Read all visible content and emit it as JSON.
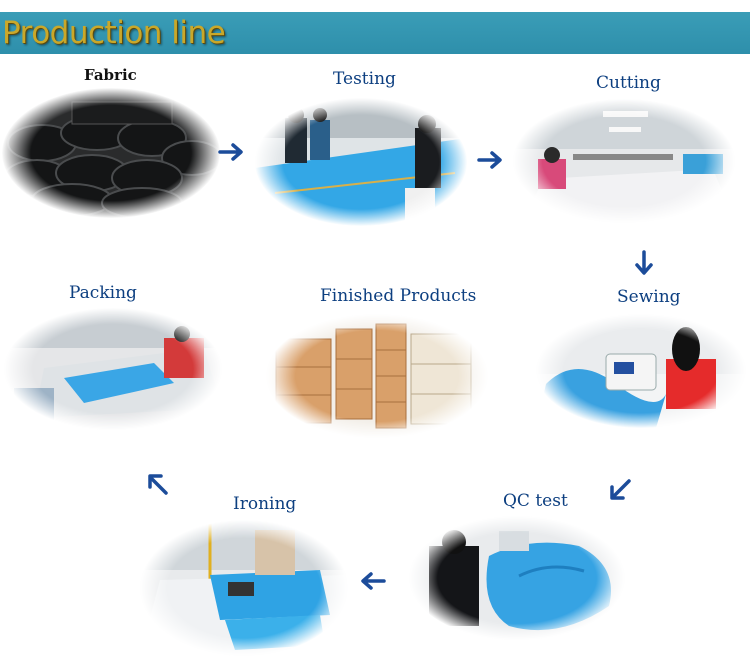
{
  "header": {
    "title": "Production line",
    "bar_color": "#3196b1",
    "title_color": "#c9a82a"
  },
  "steps": {
    "fabric": "Fabric",
    "testing": "Testing",
    "cutting": "Cutting",
    "sewing": "Sewing",
    "finished": "Finished Products",
    "packing": "Packing",
    "ironing": "Ironing",
    "qc": "QC test"
  },
  "icons": {
    "flow_arrow": "arrow-icon"
  },
  "colors": {
    "label": "#0d3f80",
    "arrow": "#1c4c9a",
    "fabric_blue": "#2fa3e4"
  }
}
